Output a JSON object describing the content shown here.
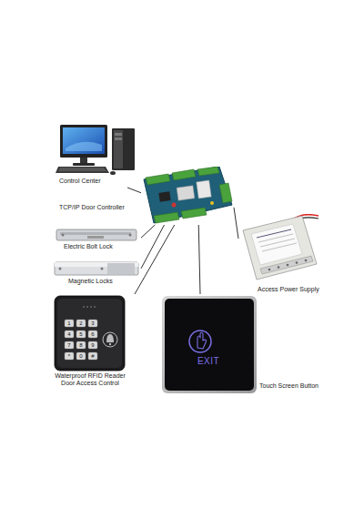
{
  "diagram": {
    "nodes": [
      {
        "text": [
          "Control Center"
        ]
      },
      {
        "text": [
          "TCP/IP Door Controller"
        ]
      },
      {
        "text": [
          "Electric Bolt Lock"
        ]
      },
      {
        "text": [
          "Magnetic Locks"
        ]
      },
      {
        "text": [
          "Access Power Supply"
        ]
      },
      {
        "text": [
          "Waterproof RFID Reader Door Access Control"
        ]
      },
      {
        "text": [
          "EXIT",
          "Touch Screen Button"
        ]
      }
    ],
    "edges": [
      {
        "from": 1,
        "to": 0,
        "arrow": "none"
      },
      {
        "from": 1,
        "to": 2,
        "arrow": "none"
      },
      {
        "from": 1,
        "to": 3,
        "arrow": "none"
      },
      {
        "from": 1,
        "to": 4,
        "arrow": "none"
      },
      {
        "from": 1,
        "to": 5,
        "arrow": "none"
      },
      {
        "from": 1,
        "to": 6,
        "arrow": "none"
      }
    ],
    "labels": [
      "1",
      "2",
      "3",
      "4",
      "5",
      "6",
      "7",
      "8",
      "9",
      "*",
      "0",
      "#"
    ]
  }
}
